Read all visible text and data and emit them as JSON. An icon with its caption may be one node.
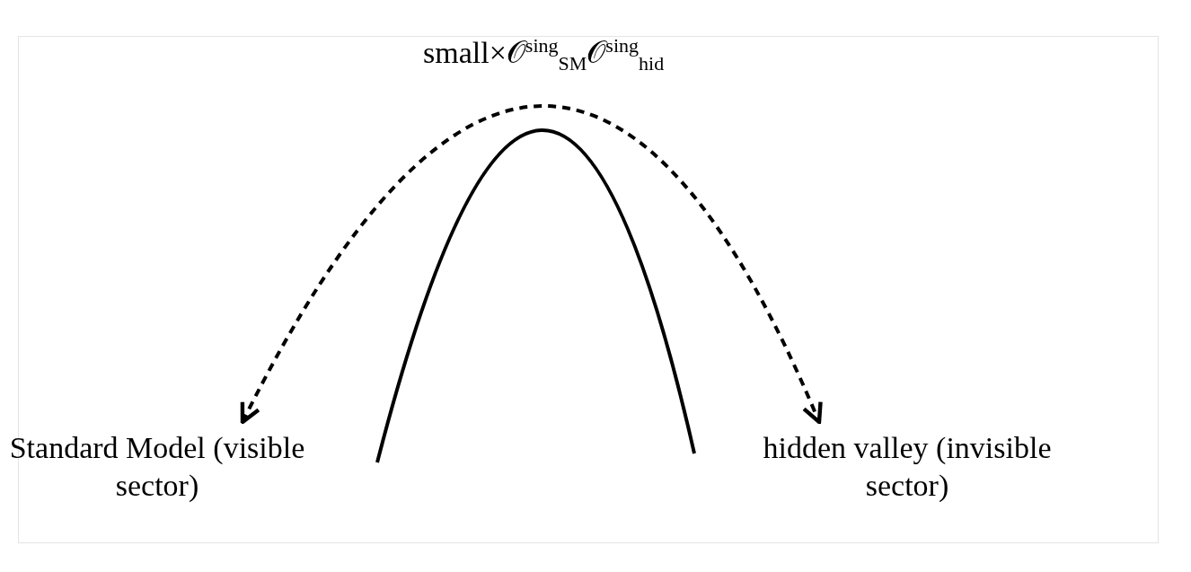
{
  "diagram": {
    "nodes": [
      {
        "text": [
          "Standard Model (visible sector)"
        ]
      },
      {
        "text": [
          "hidden valley (invisible sector)"
        ]
      }
    ],
    "edges": [
      {
        "from": 0,
        "to": 1,
        "arrow": "both",
        "style": "dashed",
        "label": "small×𝒪$^{sing}$$_{SM}$𝒪$^{sing}$$_{hid}$"
      }
    ]
  }
}
